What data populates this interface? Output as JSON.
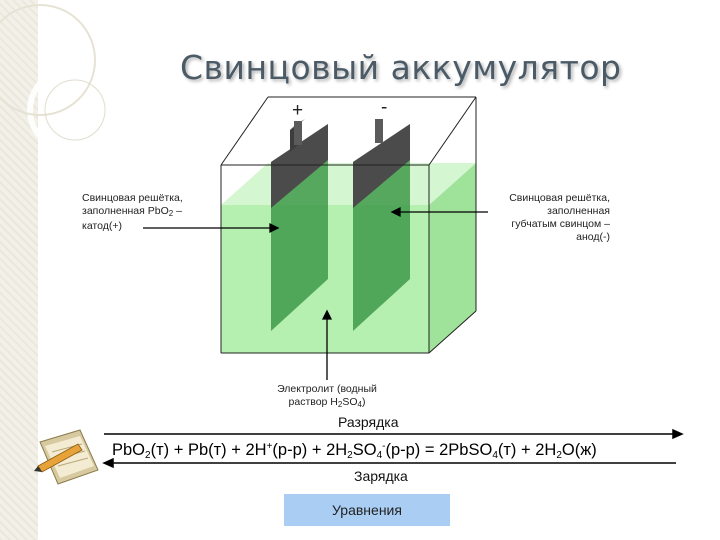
{
  "title": "Свинцовый аккумулятор",
  "terminals": {
    "plus": "+",
    "minus": "-"
  },
  "callouts": {
    "left": {
      "line1": "Свинцовая решётка,",
      "line2_pre": "заполненная PbO",
      "line2_sub": "2",
      "line2_post": " –",
      "line3": "катод(+)"
    },
    "right": {
      "line1": "Свинцовая решётка,",
      "line2": "заполненная",
      "line3": "губчатым свинцом –",
      "line4": "анод(-)"
    },
    "bottom": {
      "line1": "Электролит (водный",
      "line2_pre": "раствор H",
      "line2_sub1": "2",
      "line2_mid": "SO",
      "line2_sub2": "4",
      "line2_post": ")"
    }
  },
  "reaction": {
    "discharge": "Разрядка",
    "charge": "Зарядка",
    "parts": {
      "p1": "PbO",
      "s1": "2",
      "p2": "(т) + Pb(т) + 2H",
      "sup1": "+",
      "p3": "(р-р) + 2H",
      "s2": "2",
      "p4": "SO",
      "s3": "4",
      "sup2": "-",
      "p5": "(р-р) = 2PbSO",
      "s4": "4",
      "p6": "(т) + 2H",
      "s5": "2",
      "p7": "O(ж)"
    }
  },
  "button_label": "Уравнения",
  "colors": {
    "electrolyte": "#b6f0b0",
    "plate": "#4b4b4b",
    "button": "#a9cdf3",
    "title": "#4a5a66"
  }
}
